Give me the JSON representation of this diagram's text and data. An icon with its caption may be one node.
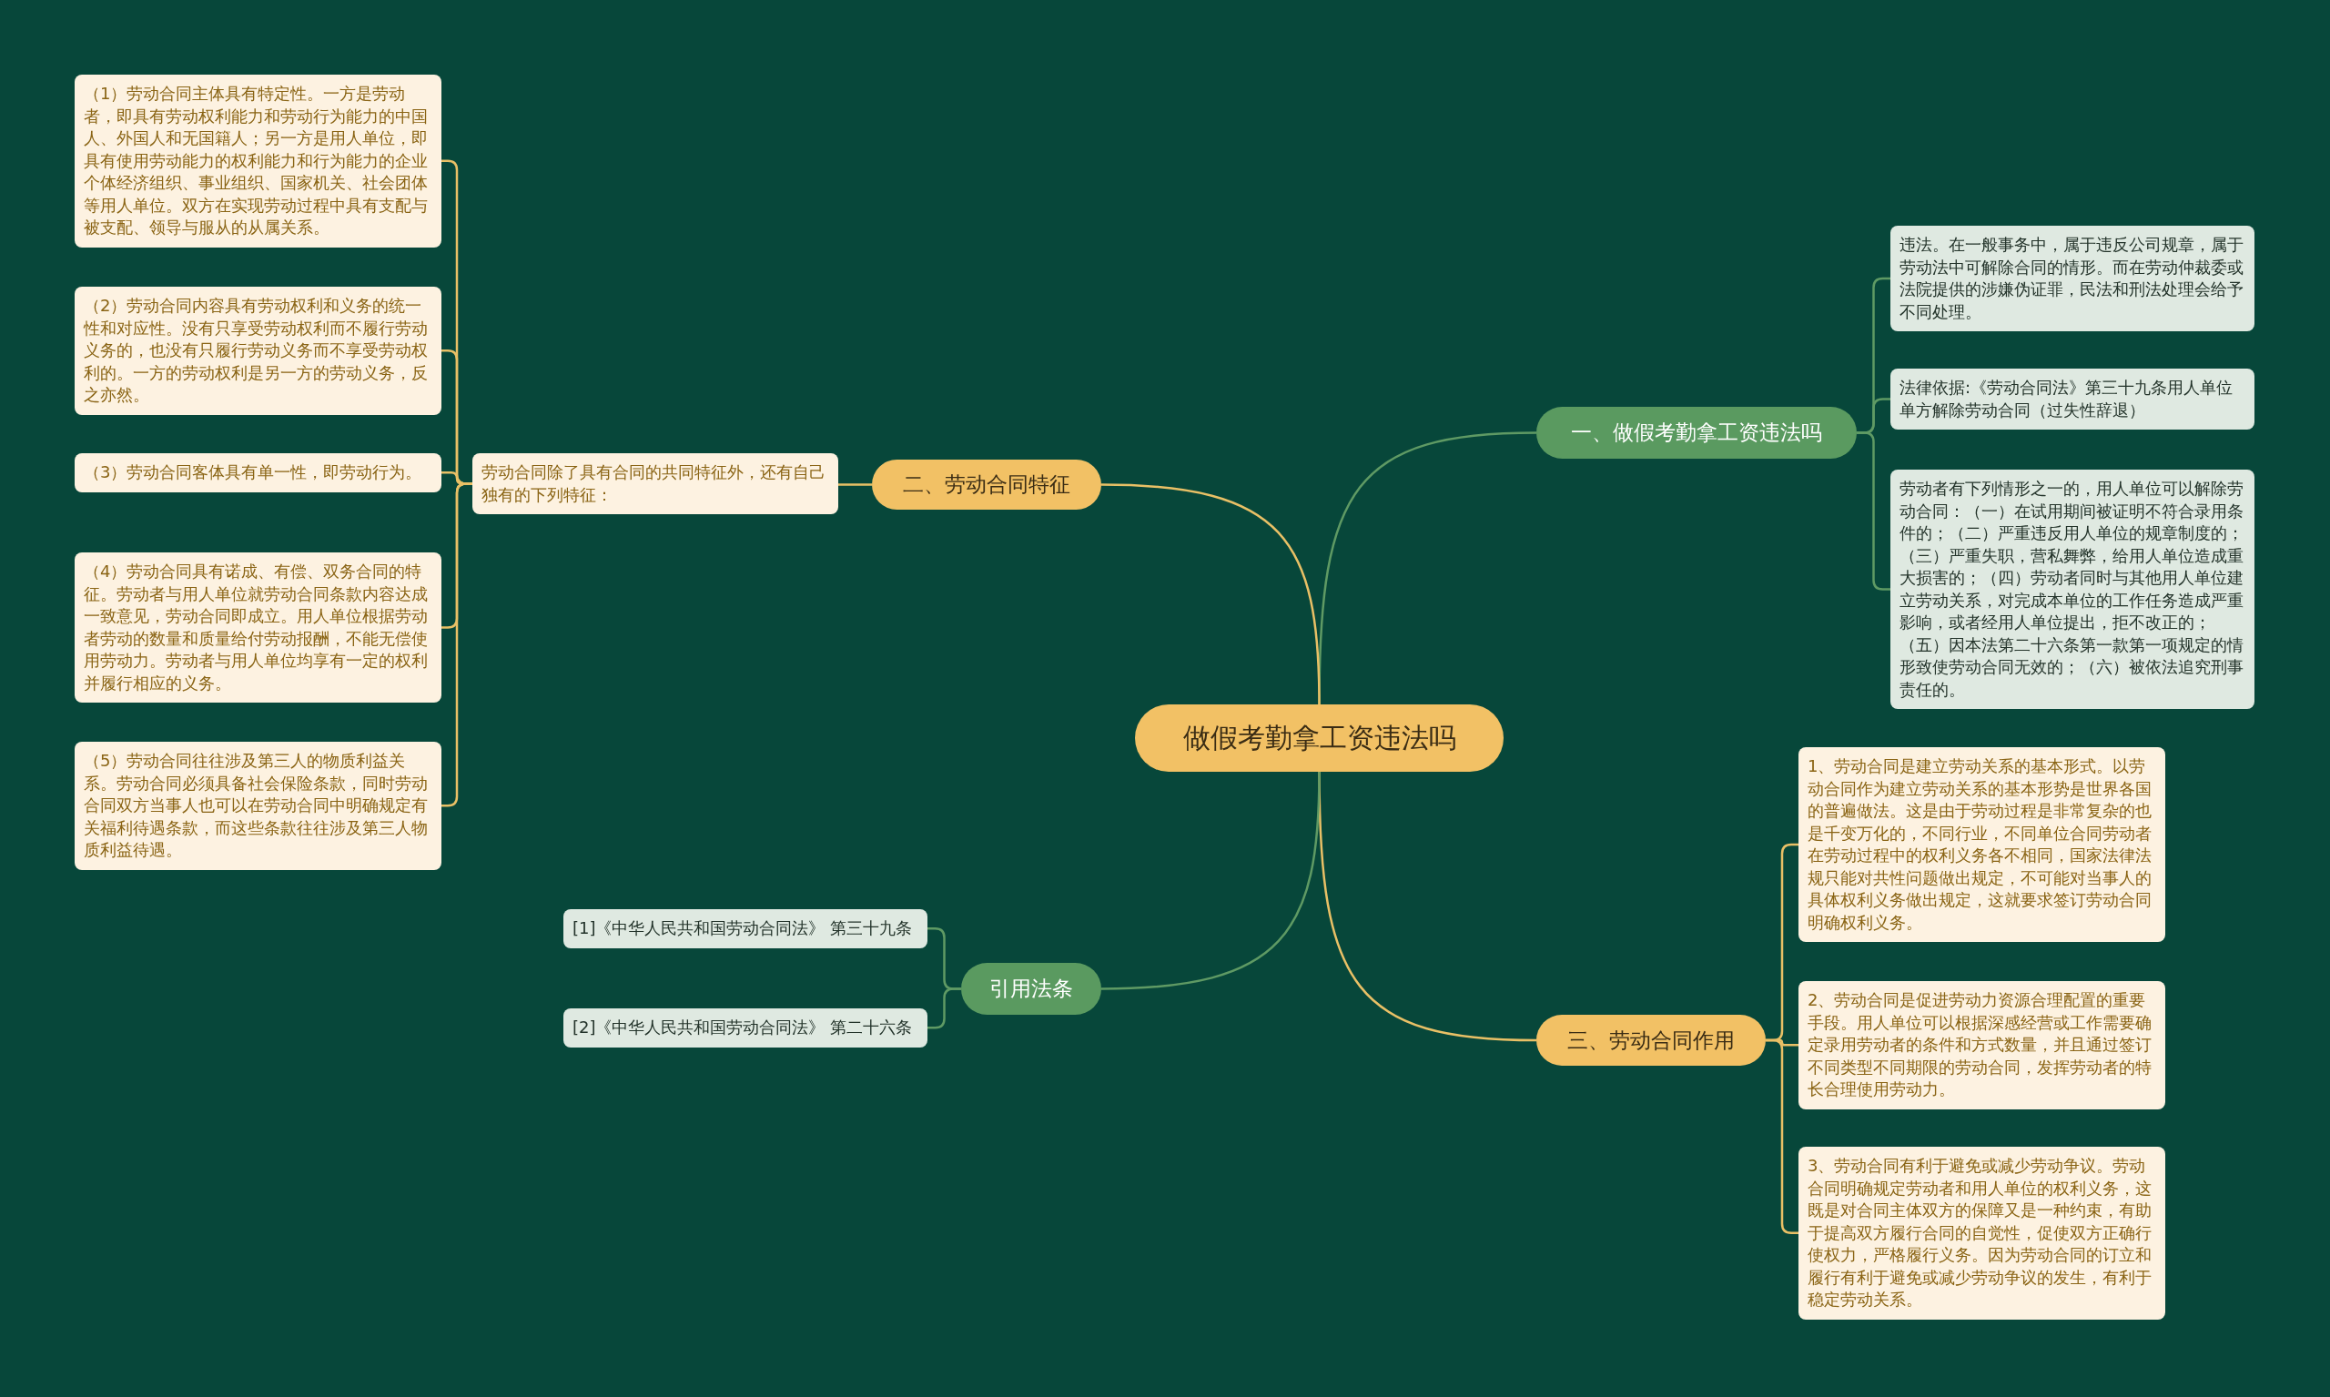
{
  "diagram": {
    "nodes": [
      {
        "text": [
          "做假考勤拿工资违法吗"
        ]
      },
      {
        "text": [
          "一、做假考勤拿工资违法吗"
        ]
      },
      {
        "text": [
          "违法。在一般事务中，属于违反公司规章，属于劳动法中可解除合同的情形。而在劳动仲裁委或法院提供的涉嫌伪证罪，民法和刑法处理会给予不同处理。"
        ]
      },
      {
        "text": [
          "法律依据:《劳动合同法》第三十九条用人单位单方解除劳动合同（过失性辞退）"
        ]
      },
      {
        "text": [
          "劳动者有下列情形之一的，用人单位可以解除劳动合同：（一）在试用期间被证明不符合录用条件的；（二）严重违反用人单位的规章制度的；（三）严重失职，营私舞弊，给用人单位造成重大损害的；（四）劳动者同时与其他用人单位建立劳动关系，对完成本单位的工作任务造成严重影响，或者经用人单位提出，拒不改正的；（五）因本法第二十六条第一款第一项规定的情形致使劳动合同无效的；（六）被依法追究刑事责任的。"
        ]
      },
      {
        "text": [
          "二、劳动合同特征"
        ]
      },
      {
        "text": [
          "劳动合同除了具有合同的共同特征外，还有自己独有的下列特征："
        ]
      },
      {
        "text": [
          "（1）劳动合同主体具有特定性。一方是劳动者，即具有劳动权利能力和劳动行为能力的中国人、外国人和无国籍人；另一方是用人单位，即具有使用劳动能力的权利能力和行为能力的企业个体经济组织、事业组织、国家机关、社会团体等用人单位。双方在实现劳动过程中具有支配与被支配、领导与服从的从属关系。"
        ]
      },
      {
        "text": [
          "（2）劳动合同内容具有劳动权利和义务的统一性和对应性。没有只享受劳动权利而不履行劳动义务的，也没有只履行劳动义务而不享受劳动权利的。一方的劳动权利是另一方的劳动义务，反之亦然。"
        ]
      },
      {
        "text": [
          "（3）劳动合同客体具有单一性，即劳动行为。"
        ]
      },
      {
        "text": [
          "（4）劳动合同具有诺成、有偿、双务合同的特征。劳动者与用人单位就劳动合同条款内容达成一致意见，劳动合同即成立。用人单位根据劳动者劳动的数量和质量给付劳动报酬，不能无偿使用劳动力。劳动者与用人单位均享有一定的权利并履行相应的义务。"
        ]
      },
      {
        "text": [
          "（5）劳动合同往往涉及第三人的物质利益关系。劳动合同必须具备社会保险条款，同时劳动合同双方当事人也可以在劳动合同中明确规定有关福利待遇条款，而这些条款往往涉及第三人物质利益待遇。"
        ]
      },
      {
        "text": [
          "三、劳动合同作用"
        ]
      },
      {
        "text": [
          "1、劳动合同是建立劳动关系的基本形式。以劳动合同作为建立劳动关系的基本形势是世界各国的普遍做法。这是由于劳动过程是非常复杂的也是千变万化的，不同行业，不同单位合同劳动者在劳动过程中的权利义务各不相同，国家法律法规只能对共性问题做出规定，不可能对当事人的具体权利义务做出规定，这就要求签订劳动合同明确权利义务。"
        ]
      },
      {
        "text": [
          "2、劳动合同是促进劳动力资源合理配置的重要手段。用人单位可以根据深感经营或工作需要确定录用劳动者的条件和方式数量，并且通过签订不同类型不同期限的劳动合同，发挥劳动者的特长合理使用劳动力。"
        ]
      },
      {
        "text": [
          "3、劳动合同有利于避免或减少劳动争议。劳动合同明确规定劳动者和用人单位的权利义务，这既是对合同主体双方的保障又是一种约束，有助于提高双方履行合同的自觉性，促使双方正确行使权力，严格履行义务。因为劳动合同的订立和履行有利于避免或减少劳动争议的发生，有利于稳定劳动关系。"
        ]
      },
      {
        "text": [
          "引用法条"
        ]
      },
      {
        "text": [
          "[1]《中华人民共和国劳动合同法》 第三十九条"
        ]
      },
      {
        "text": [
          "[2]《中华人民共和国劳动合同法》 第二十六条"
        ]
      }
    ],
    "edges": [
      {
        "from": 0,
        "to": 1,
        "arrow": "none",
        "color": "#5f9a64"
      },
      {
        "from": 1,
        "to": 2,
        "arrow": "none",
        "color": "#5f9a64"
      },
      {
        "from": 1,
        "to": 3,
        "arrow": "none",
        "color": "#5f9a64"
      },
      {
        "from": 1,
        "to": 4,
        "arrow": "none",
        "color": "#5f9a64"
      },
      {
        "from": 0,
        "to": 5,
        "arrow": "none"
      },
      {
        "from": 5,
        "to": 6,
        "arrow": "none"
      },
      {
        "from": 6,
        "to": 7,
        "arrow": "none"
      },
      {
        "from": 6,
        "to": 8,
        "arrow": "none"
      },
      {
        "from": 6,
        "to": 9,
        "arrow": "none"
      },
      {
        "from": 6,
        "to": 10,
        "arrow": "none"
      },
      {
        "from": 6,
        "to": 11,
        "arrow": "none"
      },
      {
        "from": 0,
        "to": 12,
        "arrow": "none"
      },
      {
        "from": 12,
        "to": 13,
        "arrow": "none"
      },
      {
        "from": 12,
        "to": 14,
        "arrow": "none"
      },
      {
        "from": 12,
        "to": 15,
        "arrow": "none"
      },
      {
        "from": 0,
        "to": 16,
        "arrow": "none",
        "color": "#5f9a64"
      },
      {
        "from": 16,
        "to": 17,
        "arrow": "none",
        "color": "#5f9a64"
      },
      {
        "from": 16,
        "to": 18,
        "arrow": "none",
        "color": "#5f9a64"
      }
    ]
  }
}
